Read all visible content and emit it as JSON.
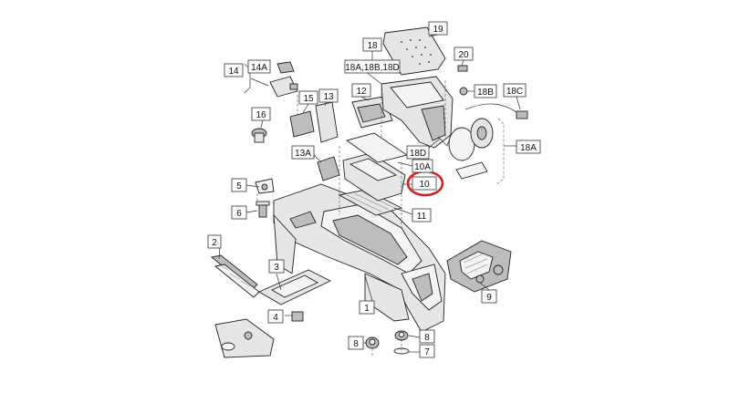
{
  "diagram": {
    "labels": {
      "l1": "1",
      "l2": "2",
      "l3": "3",
      "l4": "4",
      "l5": "5",
      "l6": "6",
      "l7": "7",
      "l8a": "8",
      "l8b": "8",
      "l9": "9",
      "l10": "10",
      "l10a": "10A",
      "l11": "11",
      "l12": "12",
      "l13": "13",
      "l13a": "13A",
      "l14": "14",
      "l14a": "14A",
      "l15": "15",
      "l16": "16",
      "l18": "18",
      "l18group": "18A,18B,18D",
      "l18a": "18A",
      "l18b": "18B",
      "l18c": "18C",
      "l18d": "18D",
      "l19": "19",
      "l20": "20"
    },
    "highlight_color": "#d62020"
  }
}
